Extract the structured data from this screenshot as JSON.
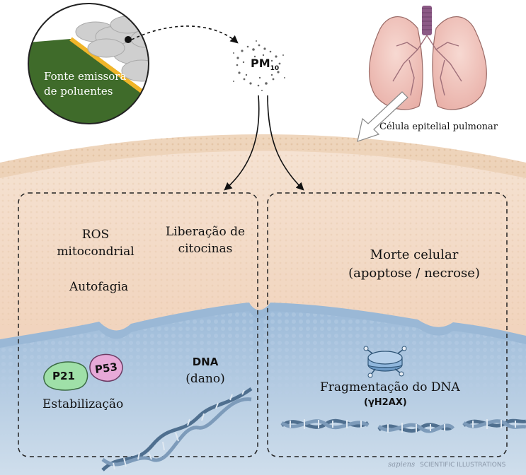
{
  "source": {
    "label_line1": "Fonte emissora",
    "label_line2": "de poluentes"
  },
  "particle": {
    "label": "PM",
    "subscript": "10"
  },
  "lung": {
    "label": "Célula epitelial pulmonar"
  },
  "left_box": {
    "ros_line1": "ROS",
    "ros_line2": "mitocondrial",
    "cytokines_line1": "Liberação de",
    "cytokines_line2": "citocinas",
    "autophagy": "Autofagia",
    "dna_line1": "DNA",
    "dna_line2": "(dano)",
    "p21": "P21",
    "p53": "P53",
    "stabilization": "Estabilização"
  },
  "right_box": {
    "death_line1": "Morte celular",
    "death_line2": "(apoptose / necrose)",
    "fragmentation": "Fragmentação do DNA",
    "marker": "(γH2AX)"
  },
  "credit": {
    "brand": "sapiens",
    "text": "SCIENTIFIC ILLUSTRATIONS"
  },
  "colors": {
    "cytoplasm": "#f2d5bf",
    "nucleus": "#a9c4df",
    "membrane": "#e9c9ab",
    "grass": "#3f6b2a",
    "smoke": "#c8c8c8",
    "p21": "#9fe0a8",
    "p53": "#e7a9d8",
    "dna": "#4f6f8f"
  }
}
